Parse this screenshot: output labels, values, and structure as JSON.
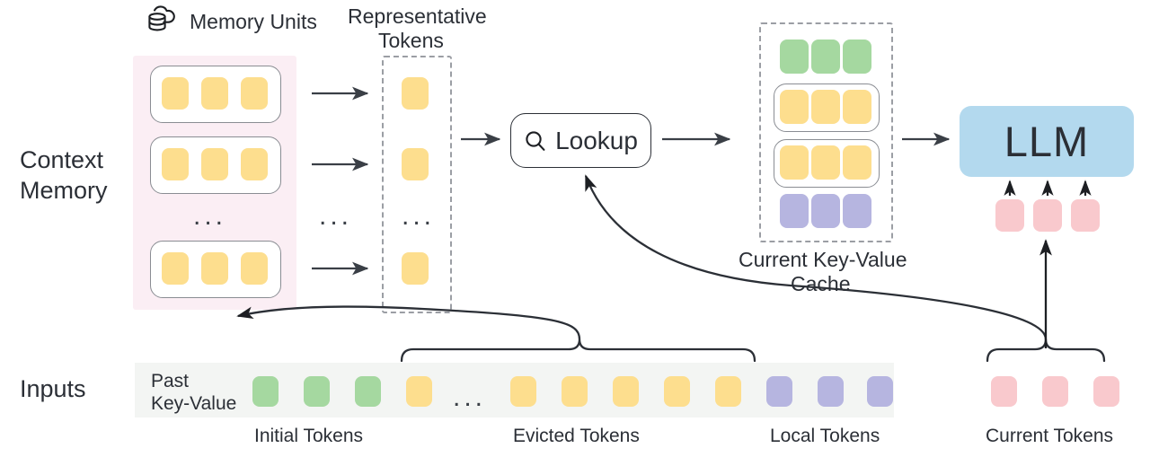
{
  "diagram": {
    "title_left_1": "Context",
    "title_left_2": "Memory",
    "title_inputs": "Inputs",
    "memory_units_label": "Memory Units",
    "memory_units_icon": "cloud-database-icon",
    "representative_tokens_label_1": "Representative",
    "representative_tokens_label_2": "Tokens",
    "lookup_label": "Lookup",
    "lookup_icon": "magnifier-icon",
    "kv_cache_label_1": "Current Key-Value",
    "kv_cache_label_2": "Cache",
    "llm_label": "LLM",
    "past_kv_label_1": "Past",
    "past_kv_label_2": "Key-Value",
    "ellipsis": "...",
    "bottom_labels": [
      "Initial Tokens",
      "Evicted Tokens",
      "Local Tokens",
      "Current Tokens"
    ]
  },
  "colors": {
    "token_yellow": "#fdde8e",
    "token_green": "#a5d8a0",
    "token_purple": "#b6b5e0",
    "token_pink": "#f9c9cd",
    "memory_panel": "#fbeef4",
    "llm_box": "#b3d9ee",
    "inputs_bar": "#f3f5f3",
    "stroke": "#2b2f36",
    "dashed_stroke": "#9b9ea4"
  },
  "memory_units": {
    "count_shown": 3,
    "tokens_per_unit": 3,
    "token_color": "token_yellow"
  },
  "representative_tokens": {
    "count_shown": 3,
    "token_color": "token_yellow"
  },
  "kv_cache_rows": [
    {
      "type": "initial",
      "color": "token_green",
      "boxed": false,
      "count": 3
    },
    {
      "type": "retrieved-unit",
      "color": "token_yellow",
      "boxed": true,
      "count": 3
    },
    {
      "type": "retrieved-unit",
      "color": "token_yellow",
      "boxed": true,
      "count": 3
    },
    {
      "type": "local",
      "color": "token_purple",
      "boxed": false,
      "count": 3
    }
  ],
  "input_sequence": [
    {
      "color": "token_green",
      "group": "Initial Tokens"
    },
    {
      "color": "token_green",
      "group": "Initial Tokens"
    },
    {
      "color": "token_green",
      "group": "Initial Tokens"
    },
    {
      "color": "token_yellow",
      "group": "Evicted Tokens"
    },
    {
      "color": "ellipsis",
      "group": "Evicted Tokens"
    },
    {
      "color": "token_yellow",
      "group": "Evicted Tokens"
    },
    {
      "color": "token_yellow",
      "group": "Evicted Tokens"
    },
    {
      "color": "token_yellow",
      "group": "Evicted Tokens"
    },
    {
      "color": "token_yellow",
      "group": "Evicted Tokens"
    },
    {
      "color": "token_yellow",
      "group": "Evicted Tokens"
    },
    {
      "color": "token_purple",
      "group": "Local Tokens"
    },
    {
      "color": "token_purple",
      "group": "Local Tokens"
    },
    {
      "color": "token_purple",
      "group": "Local Tokens"
    }
  ],
  "current_tokens": {
    "count": 3,
    "color": "token_pink"
  },
  "llm_input_tokens": {
    "count": 3,
    "color": "token_pink"
  }
}
